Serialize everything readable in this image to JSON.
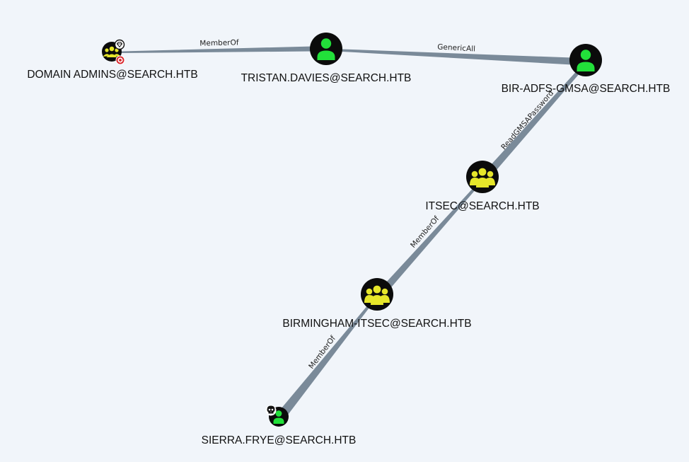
{
  "colors": {
    "background": "#f1f5fa",
    "edge": "#7a8a99",
    "node_bg": "#0b0b0b",
    "user_icon": "#22e03a",
    "group_icon": "#e6e62a",
    "target_badge": "#d9252b"
  },
  "nodes": {
    "domain_admins": {
      "label": "DOMAIN ADMINS@SEARCH.HTB",
      "kind": "group",
      "icon": "group-icon",
      "badges": [
        "target-icon",
        "gem-icon"
      ]
    },
    "tristan": {
      "label": "TRISTAN.DAVIES@SEARCH.HTB",
      "kind": "user",
      "icon": "user-icon"
    },
    "bir_adfs": {
      "label": "BIR-ADFS-GMSA@SEARCH.HTB",
      "kind": "user",
      "icon": "user-icon"
    },
    "itsec": {
      "label": "ITSEC@SEARCH.HTB",
      "kind": "group",
      "icon": "group-icon"
    },
    "birmingham": {
      "label": "BIRMINGHAM-ITSEC@SEARCH.HTB",
      "kind": "group",
      "icon": "group-icon"
    },
    "sierra": {
      "label": "SIERRA.FRYE@SEARCH.HTB",
      "kind": "user",
      "icon": "user-icon",
      "badges": [
        "skull-icon"
      ]
    }
  },
  "edges": {
    "tristan_domain_admins": {
      "label": "MemberOf",
      "from": "tristan",
      "to": "domain_admins"
    },
    "bir_adfs_tristan": {
      "label": "GenericAll",
      "from": "bir_adfs",
      "to": "tristan"
    },
    "itsec_bir_adfs": {
      "label": "ReadGMSAPassword",
      "from": "itsec",
      "to": "bir_adfs"
    },
    "birmingham_itsec": {
      "label": "MemberOf",
      "from": "birmingham",
      "to": "itsec"
    },
    "sierra_birmingham": {
      "label": "MemberOf",
      "from": "sierra",
      "to": "birmingham"
    }
  }
}
